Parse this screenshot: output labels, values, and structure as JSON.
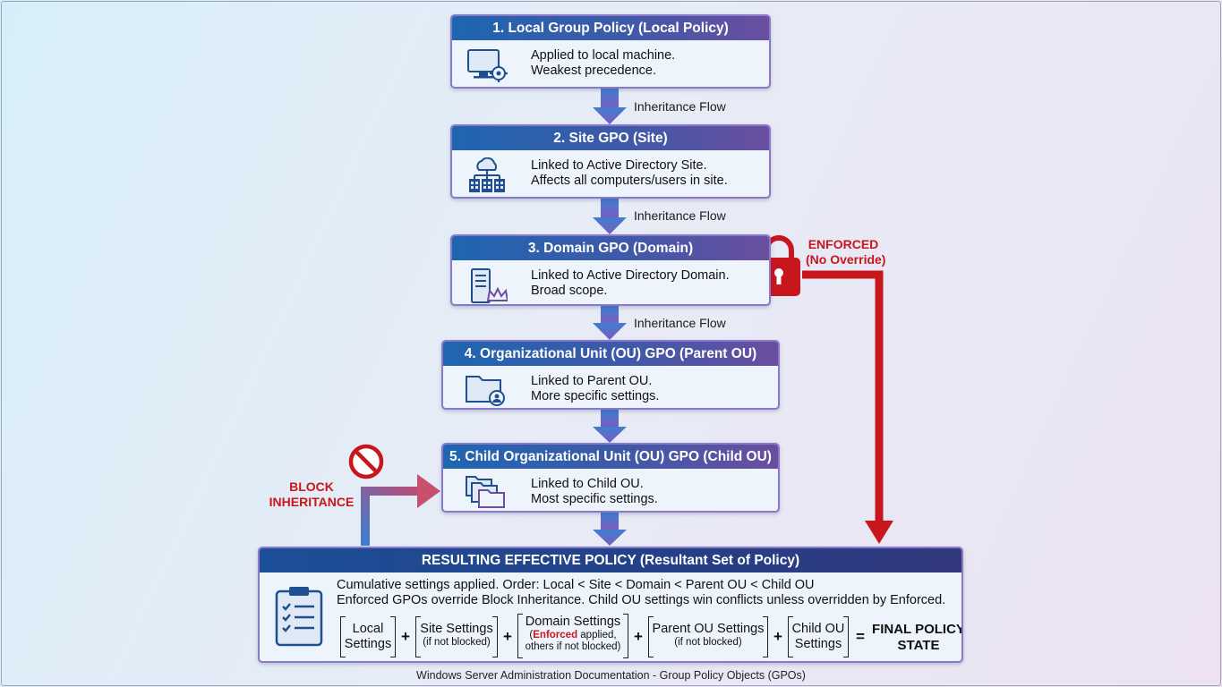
{
  "levels": [
    {
      "title": "1. Local Group Policy (Local Policy)",
      "line1": "Applied to local machine.",
      "line2": "Weakest precedence.",
      "icon": "computer-gear-icon"
    },
    {
      "title": "2. Site GPO (Site)",
      "line1": "Linked to Active Directory Site.",
      "line2": "Affects all computers/users in site.",
      "icon": "cloud-network-icon"
    },
    {
      "title": "3. Domain GPO (Domain)",
      "line1": "Linked to Active Directory Domain.",
      "line2": "Broad scope.",
      "icon": "server-crown-icon"
    },
    {
      "title": "4. Organizational Unit (OU) GPO (Parent OU)",
      "line1": "Linked to Parent OU.",
      "line2": "More specific settings.",
      "icon": "folder-user-icon"
    },
    {
      "title": "5. Child Organizational Unit (OU) GPO (Child OU)",
      "line1": "Linked to Child OU.",
      "line2": "Most specific settings.",
      "icon": "nested-folders-icon"
    }
  ],
  "flow_label": "Inheritance Flow",
  "enforced": {
    "line1": "ENFORCED",
    "line2": "(No Override)"
  },
  "block": {
    "line1": "BLOCK",
    "line2": "INHERITANCE"
  },
  "result": {
    "title": "RESULTING EFFECTIVE POLICY (Resultant Set of Policy)",
    "line1": "Cumulative settings applied. Order: Local < Site < Domain < Parent OU < Child OU",
    "line2": "Enforced GPOs override Block Inheritance. Child OU settings win conflicts unless overridden by Enforced.",
    "terms": {
      "local": {
        "a": "Local",
        "b": "Settings"
      },
      "site": {
        "a": "Site Settings",
        "b": "(if not blocked)"
      },
      "domain": {
        "a": "Domain Settings",
        "red": "Enforced",
        "rest": " applied,",
        "c": "others if not blocked)"
      },
      "parent": {
        "a": "Parent OU Settings",
        "b": "(if not blocked)"
      },
      "child": {
        "a": "Child OU",
        "b": "Settings"
      }
    },
    "plus": "+",
    "equals": "=",
    "final": {
      "a": "FINAL POLICY",
      "b": "STATE"
    }
  },
  "footer": "Windows Server Administration Documentation - Group Policy Objects (GPOs)",
  "colors": {
    "red": "#c8161d",
    "header_blue": "#1e66b0",
    "header_purple": "#6a4ea0",
    "result_header": "#1d4f98",
    "box_border": "#8a78c8"
  }
}
